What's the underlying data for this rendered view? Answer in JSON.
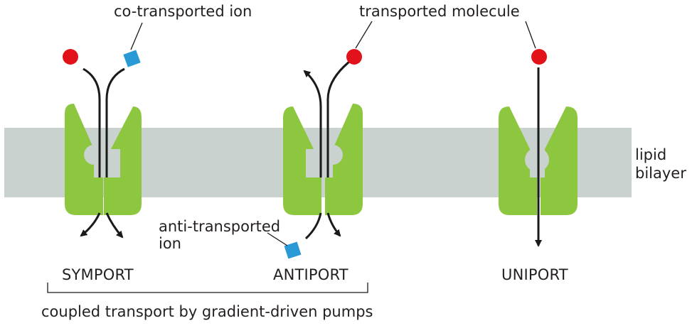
{
  "labels": {
    "co_transported_ion": "co-transported ion",
    "transported_molecule": "transported molecule",
    "lipid_bilayer": "lipid\nbilayer",
    "anti_transported_ion": "anti-transported\nion",
    "symport": "SYMPORT",
    "antiport": "ANTIPORT",
    "uniport": "UNIPORT",
    "coupled_transport": "coupled transport by gradient-driven pumps"
  },
  "colors": {
    "membrane": "#c9d2ce",
    "protein": "#8dc63f",
    "molecule": "#e2121b",
    "ion": "#2a9ad6",
    "arrow": "#1a1a1a"
  }
}
